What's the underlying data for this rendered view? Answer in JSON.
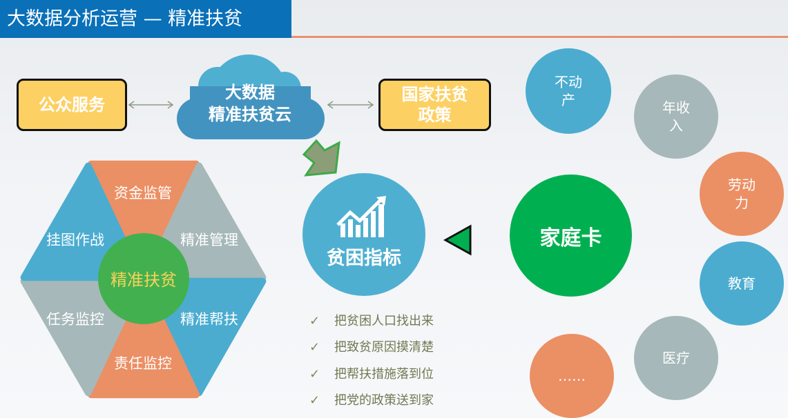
{
  "title": "大数据分析运营 — 精准扶贫",
  "top_row": {
    "left_box": "公众服务",
    "cloud_line1": "大数据",
    "cloud_line2": "精准扶贫云",
    "right_box_line1": "国家扶贫",
    "right_box_line2": "政策"
  },
  "hexagon": {
    "center": "精准扶贫",
    "segments": [
      "资金监管",
      "精准管理",
      "精准帮扶",
      "责任监控",
      "任务监控",
      "挂图作战"
    ]
  },
  "indicator": {
    "label": "贫困指标",
    "icon": "bar-chart-rising-icon"
  },
  "checklist": [
    "把贫困人口找出来",
    "把致贫原因摸清楚",
    "把帮扶措施落到位",
    "把党的政策送到家"
  ],
  "family_card": {
    "label": "家庭卡"
  },
  "factors": [
    {
      "line1": "不动",
      "line2": "产",
      "color": "#4bacd0"
    },
    {
      "line1": "年收",
      "line2": "入",
      "color": "#a6b8b9"
    },
    {
      "line1": "劳动",
      "line2": "力",
      "color": "#eb8f64"
    },
    {
      "line1": "教育",
      "line2": "",
      "color": "#4bacd0"
    },
    {
      "line1": "医疗",
      "line2": "",
      "color": "#a6b8b9"
    },
    {
      "line1": "……",
      "line2": "",
      "color": "#eb8f64"
    }
  ],
  "colors": {
    "blue": "#4bacd0",
    "orange": "#eb8f64",
    "gray": "#a6b8b9",
    "green": "#43b04f",
    "card_green": "#00b050",
    "title_blue": "#0a70b8",
    "yellow": "#fdd064"
  }
}
